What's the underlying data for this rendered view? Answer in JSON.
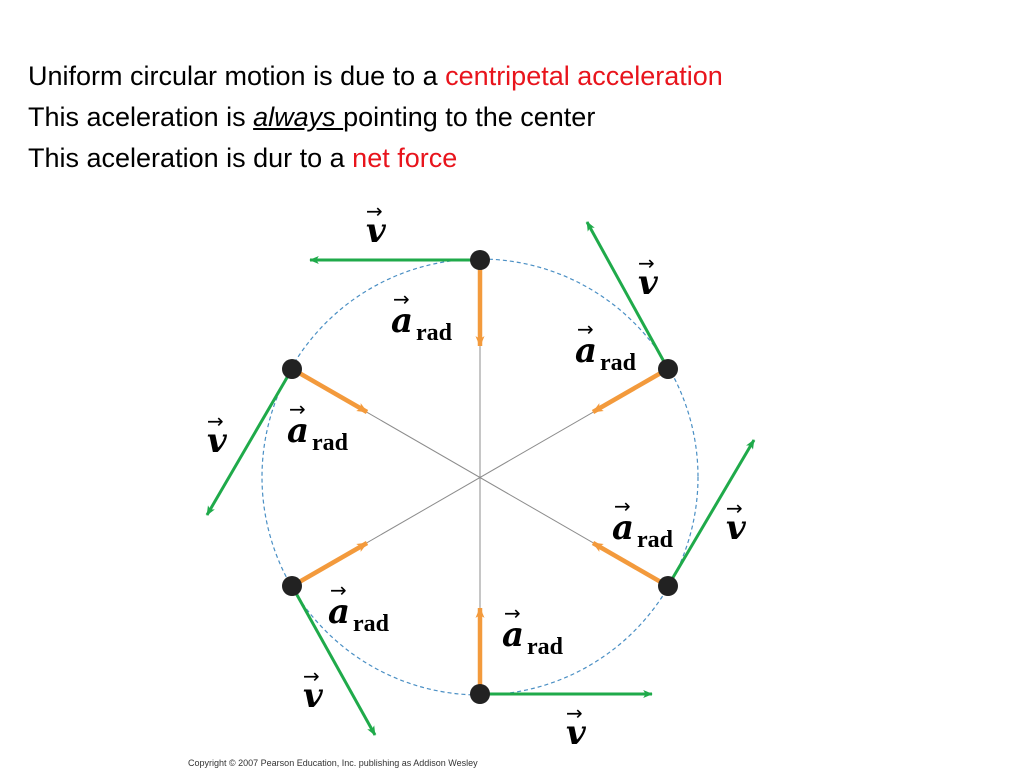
{
  "slide": {
    "line1_prefix": "Uniform circular motion is due to a ",
    "line1_highlight": "centripetal acceleration",
    "line2_prefix": "This aceleration is ",
    "line2_emphasis": "always ",
    "line2_suffix": "pointing to the center",
    "line3_prefix": "This aceleration is dur to a ",
    "line3_highlight": "net force"
  },
  "diagram": {
    "velocity_symbol": "v",
    "acceleration_symbol": "a",
    "acceleration_subscript": "rad",
    "vector_arrow": "→",
    "colors": {
      "velocity_arrow": "#1faa4a",
      "acceleration_arrow": "#f39a3c",
      "circle": "#4a8fc4",
      "spokes": "#8c8c8c",
      "point": "#222222",
      "highlight_text": "#e8141c"
    }
  },
  "copyright": "Copyright © 2007 Pearson Education, Inc. publishing as Addison Wesley"
}
